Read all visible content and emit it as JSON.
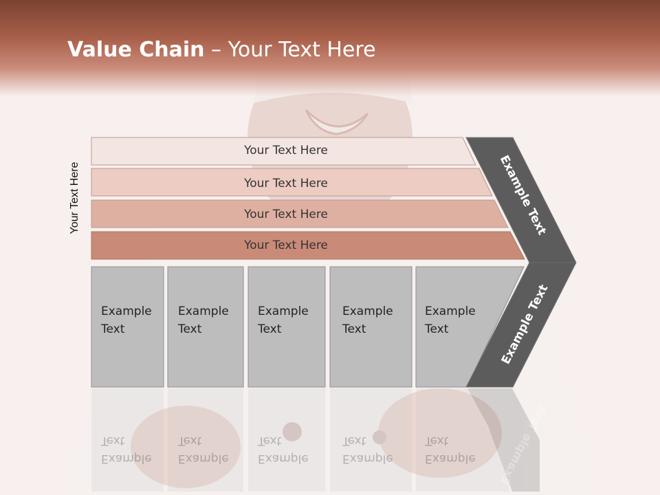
{
  "slide": {
    "title_bold": "Value Chain",
    "title_rest": " – Your Text Here",
    "side_label": "Your Text Here"
  },
  "bars": [
    {
      "label": "Your Text Here",
      "color": "#f3e6e2"
    },
    {
      "label": "Your Text Here",
      "color": "#ecccc3"
    },
    {
      "label": "Your Text Here",
      "color": "#deb0a2"
    },
    {
      "label": "Your Text Here",
      "color": "#c98a78"
    }
  ],
  "boxes": [
    {
      "line1": "Example",
      "line2": "Text"
    },
    {
      "line1": "Example",
      "line2": "Text"
    },
    {
      "line1": "Example",
      "line2": "Text"
    },
    {
      "line1": "Example",
      "line2": "Text"
    },
    {
      "line1": "Example",
      "line2": "Text"
    }
  ],
  "chevron": {
    "upper_label": "Example Text",
    "lower_label": "Example Text",
    "color": "#5c5c5c"
  },
  "colors": {
    "header": "#9a5540",
    "box_fill": "#bdbdbd",
    "box_stroke": "#8f8f8f"
  }
}
